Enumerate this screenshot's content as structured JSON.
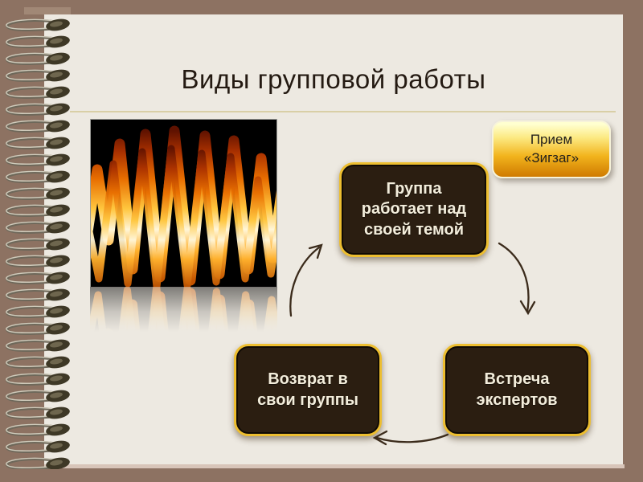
{
  "slide": {
    "title": "Виды групповой работы",
    "badge_label": "Прием\n«Зигзаг»",
    "cycle_steps": [
      {
        "label": "Группа\nработает над\nсвоей темой"
      },
      {
        "label": "Встреча\nэкспертов"
      },
      {
        "label": "Возврат в\nсвои группы"
      }
    ]
  },
  "icons": {
    "spiral_binding": "spiral-binding-icon",
    "waveform": "waveform-image",
    "arrows": [
      "arrow-top-to-right",
      "arrow-right-to-left",
      "arrow-left-to-top"
    ]
  },
  "colors": {
    "background": "#8d7262",
    "paper": "#ede9e1",
    "accent_gold": "#edbe30",
    "box_fill": "#2b1e11",
    "box_text": "#f3eddb",
    "arrow": "#3b2b1b",
    "title_text": "#241a12",
    "divider": "#d9cfa6"
  }
}
